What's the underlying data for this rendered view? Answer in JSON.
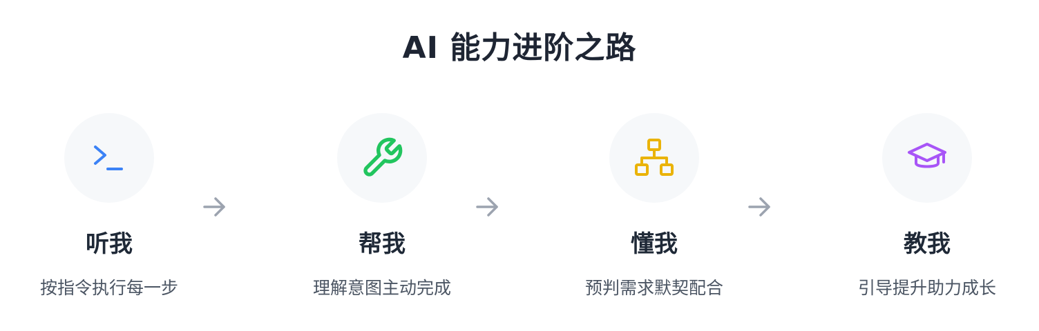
{
  "page": {
    "title": "AI 能力进阶之路"
  },
  "steps": [
    {
      "title": "听我",
      "desc": "按指令执行每一步",
      "icon": "terminal-icon",
      "color": "#3b82f6"
    },
    {
      "title": "帮我",
      "desc": "理解意图主动完成",
      "icon": "wrench-icon",
      "color": "#22c55e"
    },
    {
      "title": "懂我",
      "desc": "预判需求默契配合",
      "icon": "hierarchy-icon",
      "color": "#eab308"
    },
    {
      "title": "教我",
      "desc": "引导提升助力成长",
      "icon": "graduation-cap-icon",
      "color": "#a855f7"
    }
  ],
  "arrow_color": "#9ca3af"
}
